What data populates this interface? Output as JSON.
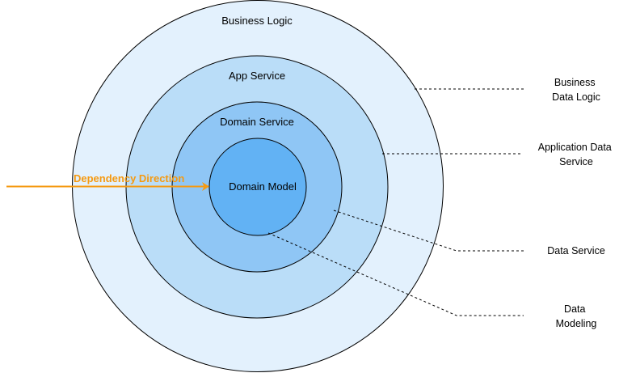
{
  "title": "Layered architecture onion diagram",
  "layers": [
    {
      "id": "business-logic",
      "label": "Business Logic",
      "fill": "#E3F1FD"
    },
    {
      "id": "app-service",
      "label": "App Service",
      "fill": "#BADDF8"
    },
    {
      "id": "domain-service",
      "label": "Domain Service",
      "fill": "#8FC6F5"
    },
    {
      "id": "domain-model",
      "label": "Domain Model",
      "fill": "#62B2F4"
    }
  ],
  "annotations": [
    {
      "id": "business-data-logic",
      "lines": [
        "Business",
        "Data Logic"
      ],
      "points_to": "Business Logic"
    },
    {
      "id": "application-data-service",
      "lines": [
        "Application Data",
        "Service"
      ],
      "points_to": "App Service"
    },
    {
      "id": "data-service",
      "lines": [
        "Data Service"
      ],
      "points_to": "Domain Service"
    },
    {
      "id": "data-modeling",
      "lines": [
        "Data",
        "Modeling"
      ],
      "points_to": "Domain Model"
    }
  ],
  "dependency": {
    "label": "Dependency Direction",
    "color": "#F59A12",
    "target": "Domain Model"
  },
  "stroke_color": "#000000"
}
